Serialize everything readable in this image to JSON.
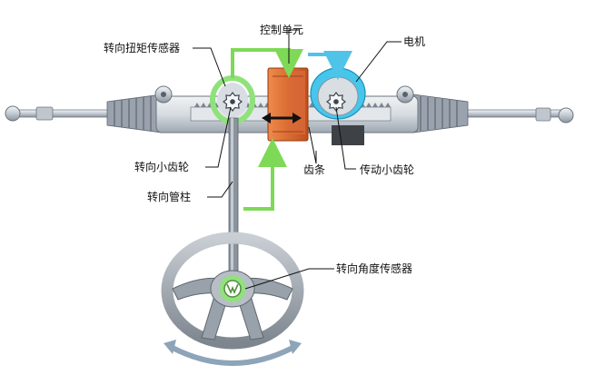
{
  "labels": {
    "torque_sensor": "转向扭矩传感器",
    "control_unit": "控制单元",
    "motor": "电机",
    "steering_pinion": "转向小齿轮",
    "rack": "齿条",
    "drive_pinion": "传动小齿轮",
    "steering_column": "转向管柱",
    "angle_sensor": "转向角度传感器"
  },
  "colors": {
    "signal_line": "#7ed957",
    "motor_line": "#4fc3e8",
    "control_unit": "#e8672c",
    "sensor_ring": "#8fe27a",
    "motor_ring": "#46c6ec",
    "rotation_arrow": "#8ea4b8"
  }
}
